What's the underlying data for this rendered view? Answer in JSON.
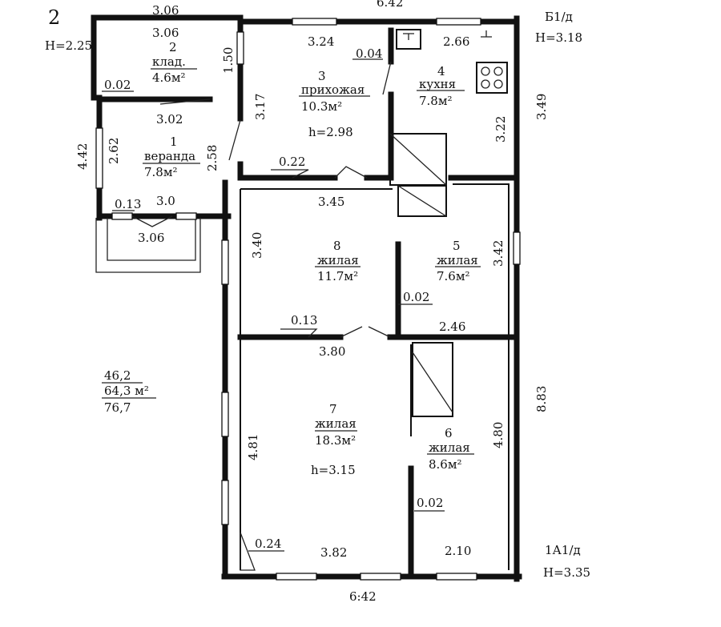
{
  "sheet_number": "2",
  "heights": {
    "left_block": "H=2.25",
    "right_top": "Б1/д",
    "right_top_h": "H=3.18",
    "right_bottom": "1А1/д",
    "right_bottom_h": "H=3.35"
  },
  "overall": {
    "top_width": "6.42",
    "bottom_width": "6:42",
    "right_upper_height": "3.49",
    "right_lower_height": "8.83",
    "left_height": "4.42"
  },
  "rooms": [
    {
      "number": "1",
      "name": "веранда",
      "area": "7.8м²"
    },
    {
      "number": "2",
      "name": "клад.",
      "area": "4.6м²"
    },
    {
      "number": "3",
      "name": "прихожая",
      "area": "10.3м²",
      "height": "h=2.98"
    },
    {
      "number": "4",
      "name": "кухня",
      "area": "7.8м²"
    },
    {
      "number": "5",
      "name": "жилая",
      "area": "7.6м²"
    },
    {
      "number": "6",
      "name": "жилая",
      "area": "8.6м²"
    },
    {
      "number": "7",
      "name": "жилая",
      "area": "18.3м²",
      "height": "h=3.15"
    },
    {
      "number": "8",
      "name": "жилая",
      "area": "11.7м²"
    }
  ],
  "dims": {
    "d_306_top": "3.06",
    "d_306_in": "3.06",
    "d_150": "1.50",
    "d_002_a": "0.02",
    "d_302": "3.02",
    "d_262": "2.62",
    "d_258": "2.58",
    "d_013_a": "0.13",
    "d_30": "3.0",
    "d_306_bot": "3.06",
    "d_324": "3.24",
    "d_004": "0.04",
    "d_266": "2.66",
    "d_317": "3.17",
    "d_322": "3.22",
    "d_022": "0.22",
    "d_345": "3.45",
    "d_340": "3.40",
    "d_342": "3.42",
    "d_002_b": "0.02",
    "d_013_b": "0.13",
    "d_246": "2.46",
    "d_380": "3.80",
    "d_481": "4.81",
    "d_480": "4.80",
    "d_002_c": "0.02",
    "d_024": "0.24",
    "d_382": "3.82",
    "d_210": "2.10"
  },
  "totals": {
    "line1": "46,2",
    "line2": "64,3  м²",
    "line3": "76,7"
  }
}
